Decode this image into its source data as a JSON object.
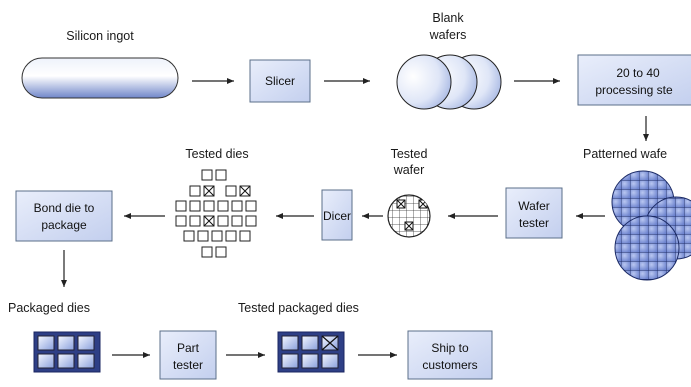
{
  "labels": {
    "silicon_ingot": "Silicon ingot",
    "blank_wafers_1": "Blank",
    "blank_wafers_2": "wafers",
    "tested_dies": "Tested dies",
    "tested_wafer_1": "Tested",
    "tested_wafer_2": "wafer",
    "patterned_wafers": "Patterned wafe",
    "packaged_dies": "Packaged dies",
    "tested_packaged_dies": "Tested packaged dies"
  },
  "boxes": {
    "slicer": "Slicer",
    "processing_1": "20 to 40",
    "processing_2": "processing ste",
    "bond_1": "Bond die to",
    "bond_2": "package",
    "dicer": "Dicer",
    "wafer_tester_1": "Wafer",
    "wafer_tester_2": "tester",
    "part_tester_1": "Part",
    "part_tester_2": "tester",
    "ship_1": "Ship to",
    "ship_2": "customers"
  }
}
